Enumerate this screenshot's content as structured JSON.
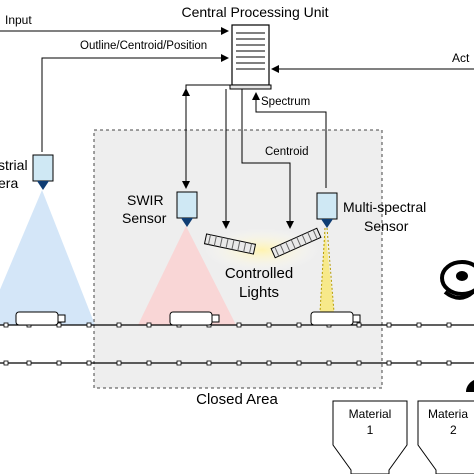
{
  "title": "Central Processing Unit",
  "labels": {
    "input": "Input",
    "outline": "Outline/Centroid/Position",
    "act": "Act",
    "spectrum": "Spectrum",
    "centroid": "Centroid",
    "camera_line1": "strial",
    "camera_line2": "era",
    "swir_line1": "SWIR",
    "swir_line2": "Sensor",
    "ms_line1": "Multi-spectral",
    "ms_line2": "Sensor",
    "lights_line1": "Controlled",
    "lights_line2": "Lights",
    "closed_area": "Closed Area",
    "material1_line1": "Material",
    "material1_line2": "1",
    "material2_line1": "Materia",
    "material2_line2": "2"
  },
  "colors": {
    "camera_fov": "#cfe3f7",
    "swir_fov": "#f9d3d3",
    "ms_beam": "#f7e98a",
    "sensor_fill": "#cfe8f4",
    "light_fill": "#e9e9e9",
    "glow": "#fff6c8",
    "closed_area_fill": "#eeeeee",
    "sensor_mount": "#0f3d73"
  }
}
